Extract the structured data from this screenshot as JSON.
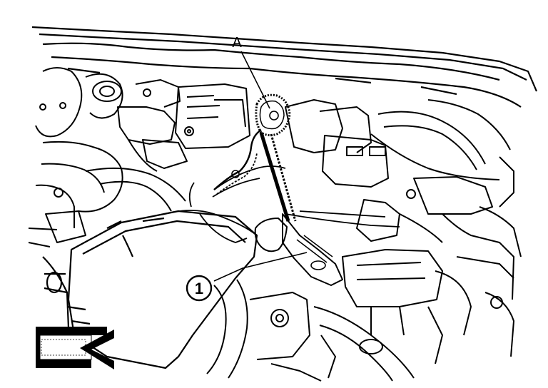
{
  "figure": {
    "callouts": {
      "a_label": "A",
      "part_1_label": "1"
    },
    "front_arrow_icon": "front-direction-arrow",
    "colors": {
      "ink": "#000000",
      "paper": "#ffffff"
    }
  }
}
